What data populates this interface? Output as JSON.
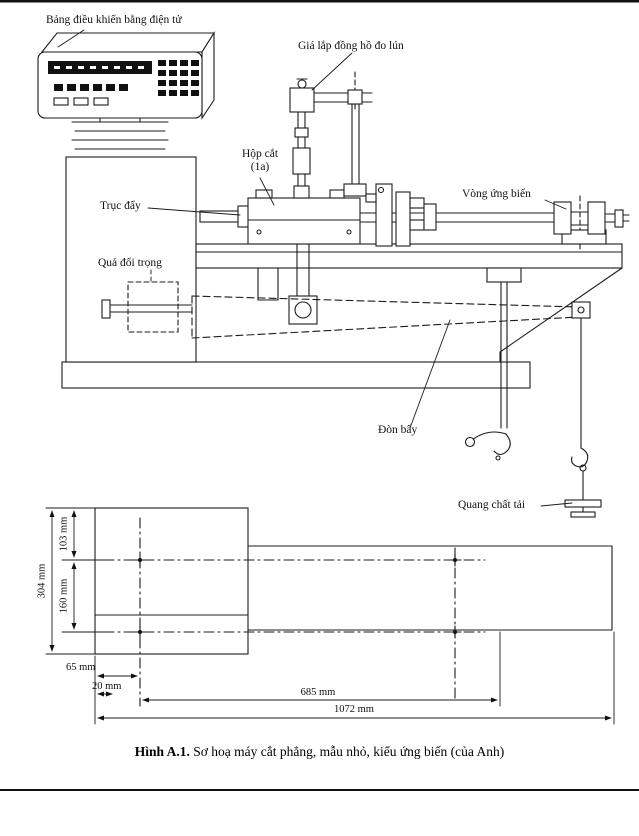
{
  "figure": {
    "caption_label": "Hình A.1.",
    "caption_text": " Sơ hoạ máy cắt phẳng, mẫu nhỏ, kiểu ứng biến (của Anh)"
  },
  "labels": {
    "control_panel": "Bảng điều khiển bằng điện tử",
    "gauge_mount": "Giá lắp đồng hồ đo lún",
    "shear_box_line1": "Hộp cắt",
    "shear_box_line2": "(1a)",
    "push_shaft": "Trục đẩy",
    "strain_ring": "Vòng ứng biến",
    "counterweight": "Quả đối trọng",
    "lever": "Đòn bẩy",
    "load_hanger": "Quang chất tải"
  },
  "dimensions": {
    "height_top": "103 mm",
    "height_total": "304 mm",
    "height_mid": "160 mm",
    "offset_left": "65 mm",
    "offset_small": "20 mm",
    "length_mid": "685 mm",
    "length_total": "1072 mm"
  }
}
